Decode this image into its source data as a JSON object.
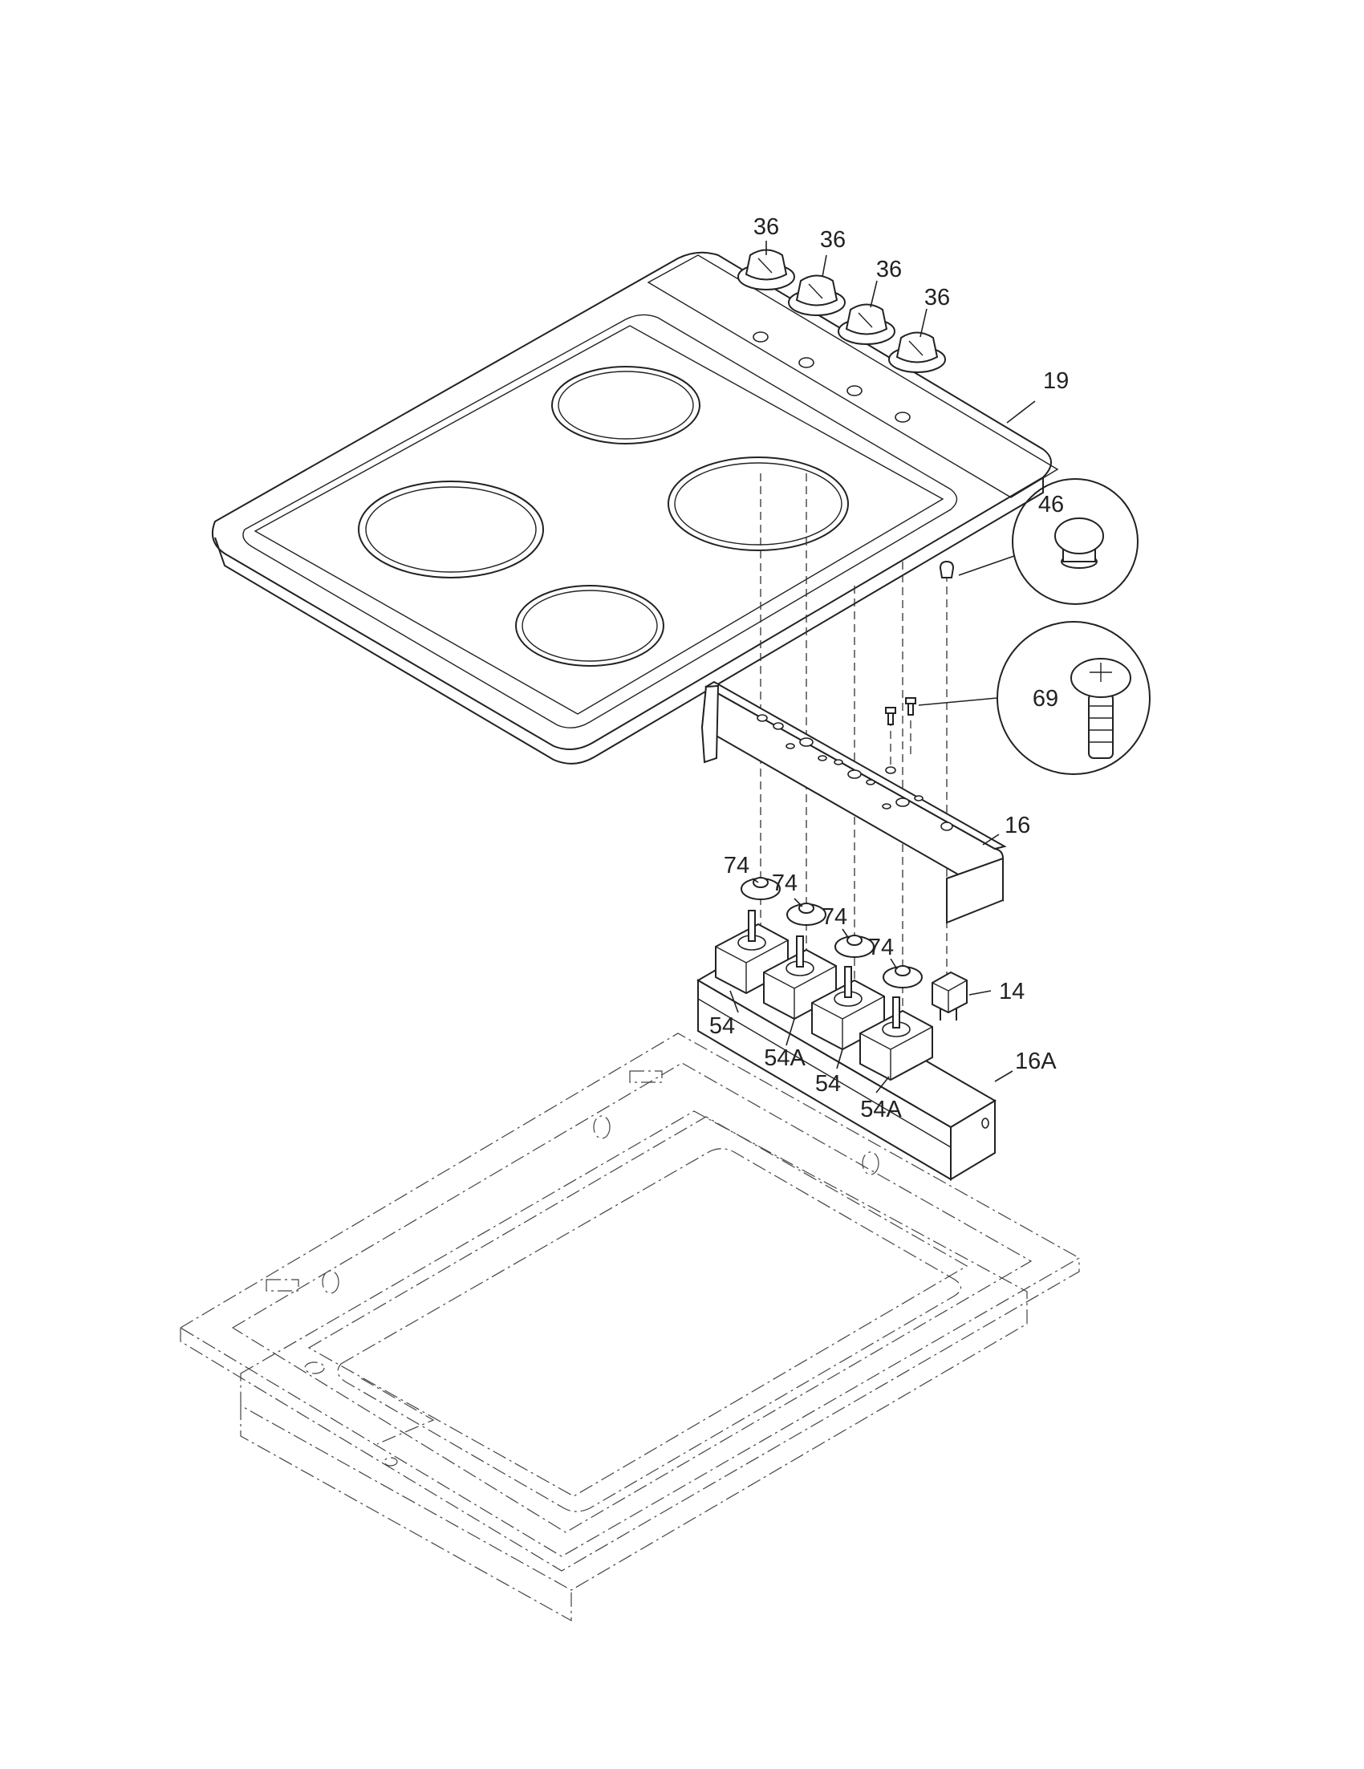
{
  "diagram": {
    "callouts": {
      "knob_1": "36",
      "knob_2": "36",
      "knob_3": "36",
      "knob_4": "36",
      "cooktop": "19",
      "plug_button": "46",
      "screw": "69",
      "bracket_upper": "16",
      "seal_1": "74",
      "seal_2": "74",
      "seal_3": "74",
      "seal_4": "74",
      "switch_1": "54",
      "switch_2": "54A",
      "switch_3": "54",
      "switch_4": "54A",
      "indicator": "14",
      "bracket_lower": "16A"
    }
  }
}
